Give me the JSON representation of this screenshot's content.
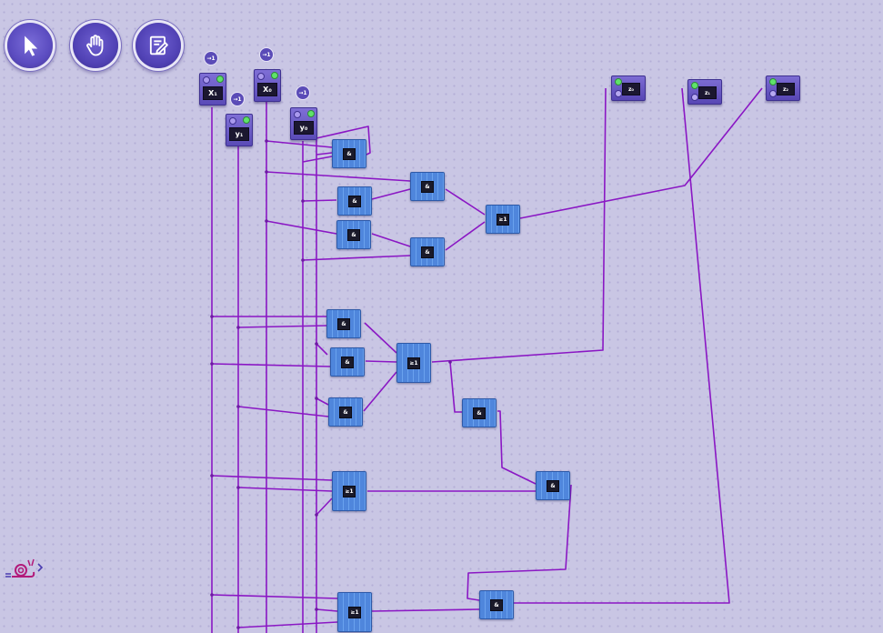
{
  "toolbar": [
    {
      "id": "select",
      "icon": "pointer-arrow-icon"
    },
    {
      "id": "pan",
      "icon": "hand-icon"
    },
    {
      "id": "notes",
      "icon": "notepad-edit-icon"
    }
  ],
  "inputs": [
    {
      "label": "X₁",
      "tag": "→1"
    },
    {
      "label": "y₁",
      "tag": "→1"
    },
    {
      "label": "X₀",
      "tag": "→1"
    },
    {
      "label": "y₀",
      "tag": "→1"
    }
  ],
  "outputs": [
    {
      "label": "z₀"
    },
    {
      "label": "z₁"
    },
    {
      "label": "z₂"
    }
  ],
  "gates": [
    {
      "value": "&"
    },
    {
      "value": "&"
    },
    {
      "value": "&"
    },
    {
      "value": "&"
    },
    {
      "value": "≥1"
    },
    {
      "value": "&"
    },
    {
      "value": "&"
    },
    {
      "value": "&"
    },
    {
      "value": "≥1"
    },
    {
      "value": "&"
    },
    {
      "value": "&"
    },
    {
      "value": "&"
    },
    {
      "value": "≥1"
    },
    {
      "value": "&"
    },
    {
      "value": "≥1"
    }
  ],
  "speed_control": {
    "icon": "snail-speed-icon"
  },
  "colors": {
    "wire": "#8a17c4",
    "gate": "#5089dc",
    "io": "#6a5bc8",
    "background": "#c9c6e4"
  }
}
